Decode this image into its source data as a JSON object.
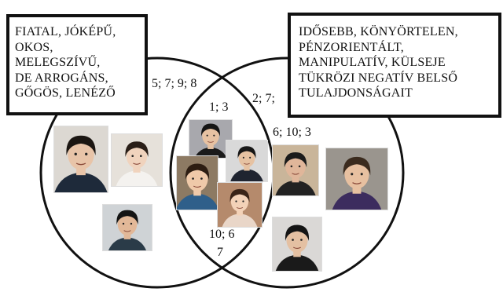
{
  "left_box": {
    "lines": [
      "FIATAL, JÓKÉPŰ,",
      "OKOS,",
      "MELEGSZÍVŰ,",
      "DE ARROGÁNS,",
      "GŐGÖS, LENÉZŐ"
    ]
  },
  "right_box": {
    "lines": [
      "IDŐSEBB, KÖNYÖRTELEN,",
      "PÉNZORIENTÁLT,",
      "MANIPULATÍV, KÜLSEJE",
      "TÜKRÖZI NEGATÍV BELSŐ",
      "TULAJDONSÁGAIT"
    ]
  },
  "labels": {
    "left_numbers": "5; 7; 9; 8",
    "center_top": "1; 3",
    "right_top": "2; 7;",
    "right_inner": "6; 10; 3",
    "center_bottom_1": "10; 6",
    "center_bottom_2": "7"
  },
  "photos": [
    {
      "name": "portrait-young-man-1",
      "bg": "#dcd8d2",
      "hair": "#1b1612",
      "skin": "#e8c4a8",
      "cloth": "#1e2a3a"
    },
    {
      "name": "portrait-young-woman-1",
      "bg": "#e6e1da",
      "hair": "#2a1f18",
      "skin": "#f0d3bd",
      "cloth": "#f4f2ef"
    },
    {
      "name": "portrait-young-man-2",
      "bg": "#cfd3d6",
      "hair": "#141414",
      "skin": "#e2b898",
      "cloth": "#2a3b48"
    },
    {
      "name": "portrait-man-center-1",
      "bg": "#a8a8ad",
      "hair": "#151515",
      "skin": "#e7c2a2",
      "cloth": "#1a1a1a"
    },
    {
      "name": "portrait-woman-center-1",
      "bg": "#8d7a63",
      "hair": "#2d1d12",
      "skin": "#efc9a9",
      "cloth": "#2f5f8a"
    },
    {
      "name": "portrait-man-center-2",
      "bg": "#d9d9d9",
      "hair": "#161616",
      "skin": "#e6c2a2",
      "cloth": "#1f2430"
    },
    {
      "name": "portrait-woman-center-2",
      "bg": "#b58a6c",
      "hair": "#3a2418",
      "skin": "#f3d2b8",
      "cloth": "#e9d6c8"
    },
    {
      "name": "portrait-older-man-1",
      "bg": "#c9b59a",
      "hair": "#1b1b1b",
      "skin": "#e0b69a",
      "cloth": "#222"
    },
    {
      "name": "portrait-older-woman-1",
      "bg": "#9a958e",
      "hair": "#3b2b1e",
      "skin": "#e7c0a0",
      "cloth": "#3c2c5e"
    },
    {
      "name": "portrait-man-right-2",
      "bg": "#dad8d6",
      "hair": "#141414",
      "skin": "#e4c0a2",
      "cloth": "#1a1a1a"
    }
  ]
}
